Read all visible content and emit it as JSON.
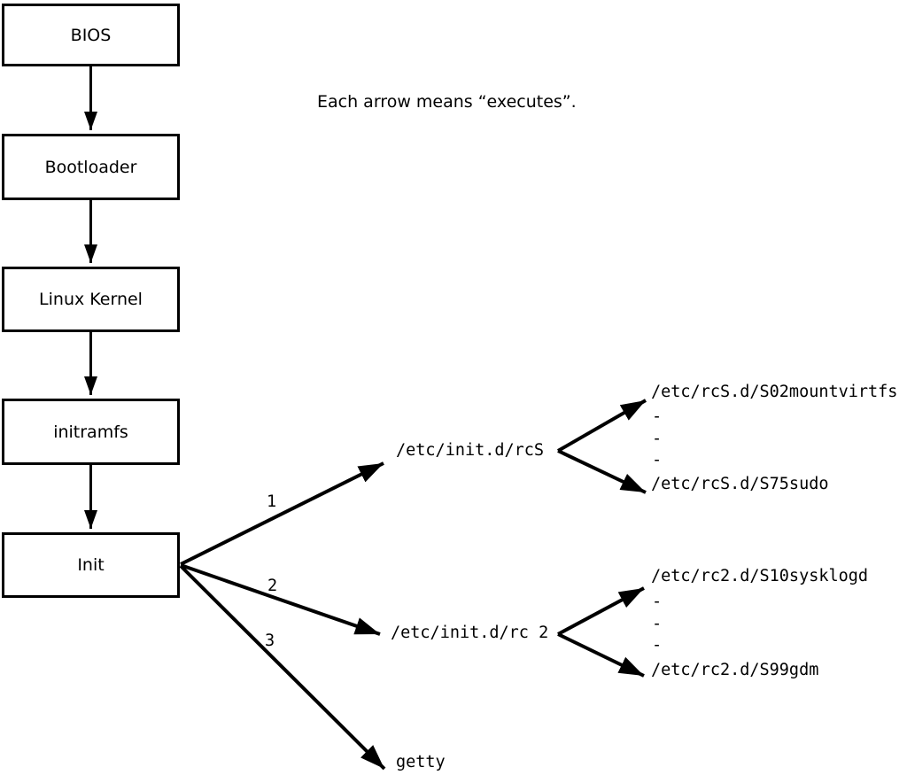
{
  "note": "Each arrow means “executes”.",
  "boxes": [
    {
      "id": "bios",
      "label": "BIOS"
    },
    {
      "id": "bootloader",
      "label": "Bootloader"
    },
    {
      "id": "linux-kernel",
      "label": "Linux Kernel"
    },
    {
      "id": "initramfs",
      "label": "initramfs"
    },
    {
      "id": "init",
      "label": "Init"
    }
  ],
  "arrow_numbers": [
    "1",
    "2",
    "3"
  ],
  "init_targets": {
    "rcS": "/etc/init.d/rcS",
    "rc2": "/etc/init.d/rc 2",
    "getty": "getty"
  },
  "rcS_scripts": {
    "first": "/etc/rcS.d/S02mountvirtfs",
    "ellipsis": [
      "-",
      "-",
      "-"
    ],
    "last": "/etc/rcS.d/S75sudo"
  },
  "rc2_scripts": {
    "first": "/etc/rc2.d/S10sysklogd",
    "ellipsis": [
      "-",
      "-",
      "-"
    ],
    "last": "/etc/rc2.d/S99gdm"
  }
}
